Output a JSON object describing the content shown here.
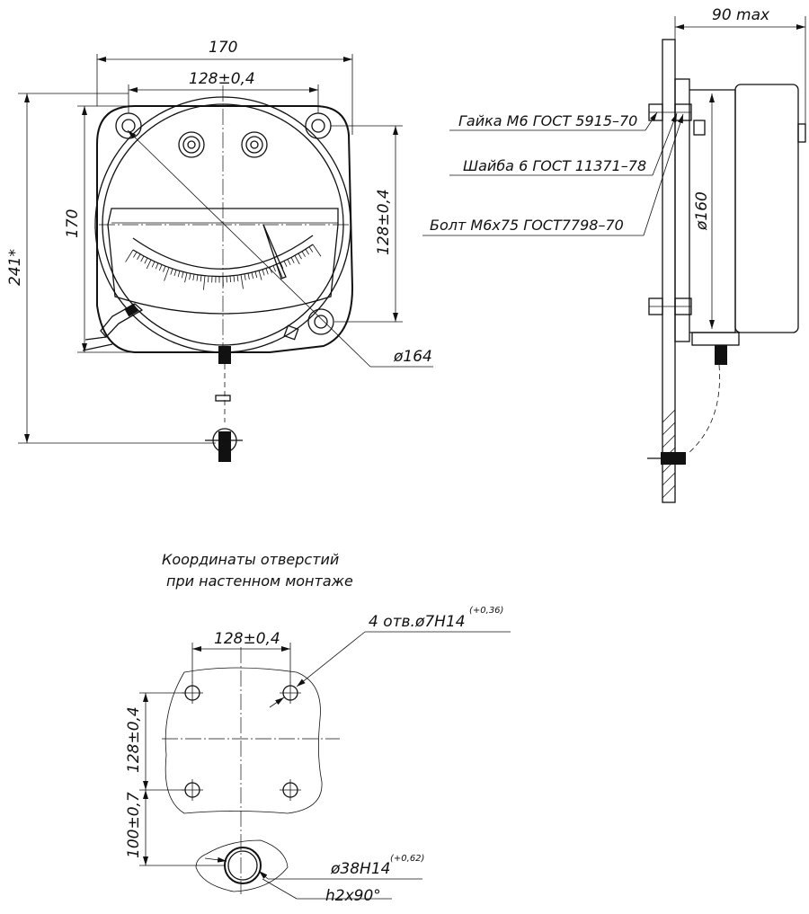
{
  "front_view": {
    "dim_overall_width": "170",
    "dim_hole_spacing_h": "128±0,4",
    "dim_overall_height": "170",
    "dim_total_height": "241*",
    "dim_hole_spacing_v": "128±0,4",
    "dim_dial_diameter": "ø164"
  },
  "side_view": {
    "dim_depth": "90 max",
    "dim_body_diameter": "ø160",
    "callout_nut": "Гайка М6 ГОСТ 5915–70",
    "callout_washer": "Шайба 6 ГОСТ 11371–78",
    "callout_bolt": "Болт М6х75 ГОСТ7798–70"
  },
  "hole_layout": {
    "title_line1": "Координаты отверстий",
    "title_line2": "при настенном монтаже",
    "dim_hole_spacing_h": "128±0,4",
    "dim_hole_spacing_v": "128±0,4",
    "dim_lower_offset": "100±0,7",
    "holes_callout": "4 отв.ø7H14",
    "holes_tolerance": "(+0,36)",
    "large_hole_callout": "ø38H14",
    "large_hole_tolerance": "(+0,62)",
    "chamfer_callout": "h2x90°"
  },
  "icons": {
    "arrowhead": "dimension-arrow-icon",
    "hole": "hole-circle-icon"
  },
  "colors": {
    "line": "#111111",
    "background": "#ffffff"
  }
}
